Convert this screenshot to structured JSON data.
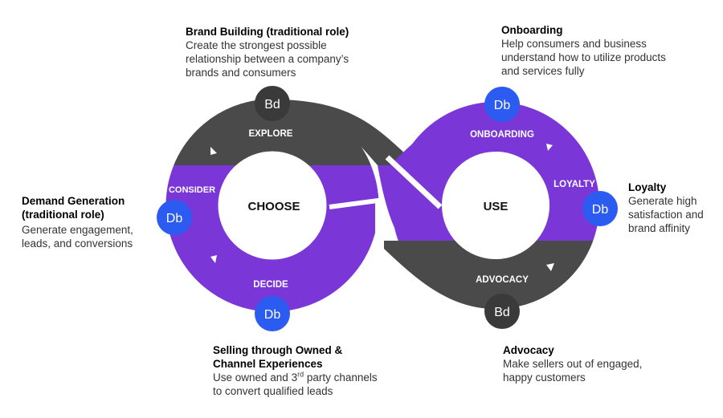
{
  "colors": {
    "purple": "#7a36d6",
    "dark": "#4a4a4a",
    "badge_dark": "#3a3a3a",
    "badge_blue": "#2b5bf0",
    "white": "#ffffff"
  },
  "loop": {
    "left_label": "CHOOSE",
    "right_label": "USE",
    "stages": {
      "explore": "EXPLORE",
      "consider": "CONSIDER",
      "decide": "DECIDE",
      "onboarding": "ONBOARDING",
      "loyalty": "LOYALTY",
      "advocacy": "ADVOCACY"
    },
    "badges": {
      "explore": "Bd",
      "consider": "Db",
      "decide": "Db",
      "onboarding": "Db",
      "loyalty": "Db",
      "advocacy": "Bd"
    }
  },
  "annotations": {
    "brand_building": {
      "title": "Brand Building (traditional role)",
      "lines": [
        "Create the strongest possible",
        "relationship between a company’s",
        "brands and consumers"
      ]
    },
    "onboarding": {
      "title": "Onboarding",
      "lines": [
        "Help consumers and business",
        "understand how to utilize products",
        "and services fully"
      ]
    },
    "demand_generation": {
      "title_lines": [
        "Demand Generation",
        "(traditional role)"
      ],
      "lines": [
        "Generate engagement,",
        "leads, and conversions"
      ]
    },
    "loyalty": {
      "title": "Loyalty",
      "lines": [
        "Generate high",
        "satisfaction and",
        "brand affinity"
      ]
    },
    "selling": {
      "title_lines": [
        "Selling through Owned &",
        "Channel Experiences"
      ],
      "line1_pre": "Use owned and 3",
      "line1_sup": "rd",
      "line1_post": " party channels",
      "line2": "to  convert qualified leads"
    },
    "advocacy": {
      "title": "Advocacy",
      "lines": [
        "Make sellers out of engaged,",
        "happy customers"
      ]
    }
  }
}
